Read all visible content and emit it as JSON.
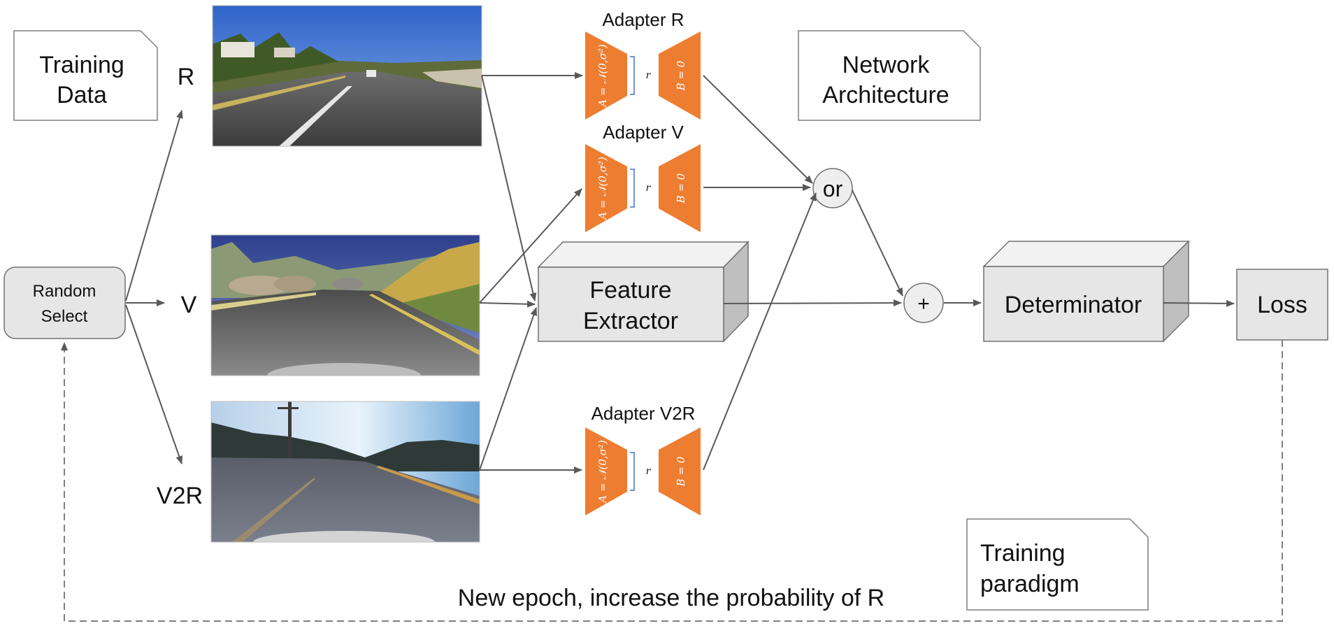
{
  "notes": {
    "training_data": [
      "Training",
      "Data"
    ],
    "network_architecture": [
      "Network",
      "Architecture"
    ],
    "training_paradigm": [
      "Training",
      "paradigm"
    ]
  },
  "random_select": [
    "Random",
    "Select"
  ],
  "branches": {
    "r": "R",
    "v": "V",
    "v2r": "V2R"
  },
  "adapters": {
    "r": "Adapter R",
    "v": "Adapter V",
    "v2r": "Adapter V2R",
    "a_formula": "A = 𝒩(0,σ²)",
    "rank": "r",
    "b_formula": "B = 0"
  },
  "ops": {
    "or": "or",
    "plus": "+"
  },
  "blocks": {
    "feature_extractor": [
      "Feature",
      "Extractor"
    ],
    "determinator": "Determinator",
    "loss": "Loss"
  },
  "feedback_text": "New epoch, increase the probability of R",
  "colors": {
    "adapter_fill": "#ed7d31",
    "box_fill": "#e6e6e6",
    "box_stroke": "#707070",
    "arrow": "#595959",
    "rank_bracket": "#4472c4"
  }
}
